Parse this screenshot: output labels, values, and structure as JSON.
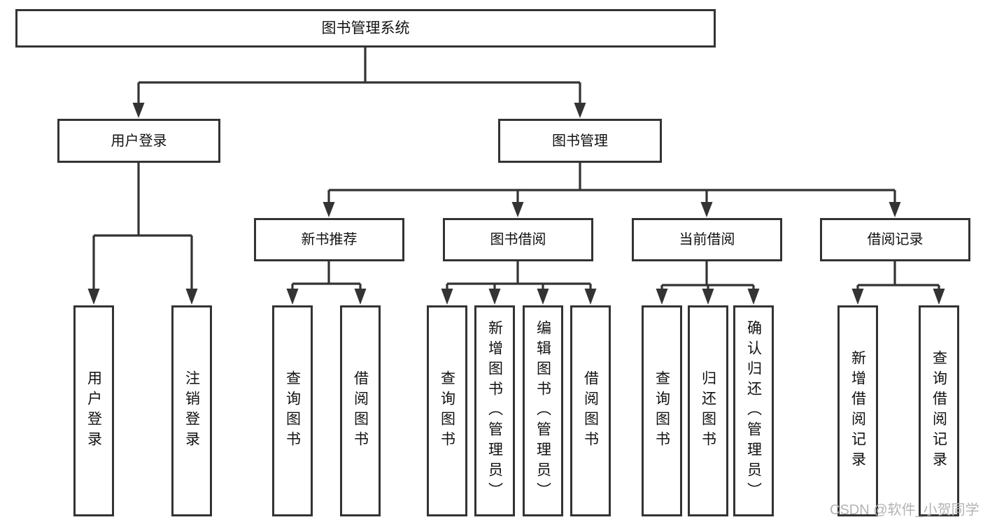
{
  "diagram": {
    "tree": {
      "label": "图书管理系统",
      "children": [
        {
          "label": "用户登录",
          "children": [
            {
              "label": "用户登录"
            },
            {
              "label": "注销登录"
            }
          ]
        },
        {
          "label": "图书管理",
          "children": [
            {
              "label": "新书推荐",
              "children": [
                {
                  "label": "查询图书"
                },
                {
                  "label": "借阅图书"
                }
              ]
            },
            {
              "label": "图书借阅",
              "children": [
                {
                  "label": "查询图书"
                },
                {
                  "label": "新增图书（管理员）"
                },
                {
                  "label": "编辑图书（管理员）"
                },
                {
                  "label": "借阅图书"
                }
              ]
            },
            {
              "label": "当前借阅",
              "children": [
                {
                  "label": "查询图书"
                },
                {
                  "label": "归还图书"
                },
                {
                  "label": "确认归还（管理员）"
                }
              ]
            },
            {
              "label": "借阅记录",
              "children": [
                {
                  "label": "新增借阅记录"
                },
                {
                  "label": "查询借阅记录"
                }
              ]
            }
          ]
        }
      ]
    },
    "watermark": "CSDN @软件_小贺同学",
    "colors": {
      "line": "#333333",
      "text": "#111111",
      "background": "#ffffff",
      "watermark": "#b3b3b3"
    }
  }
}
